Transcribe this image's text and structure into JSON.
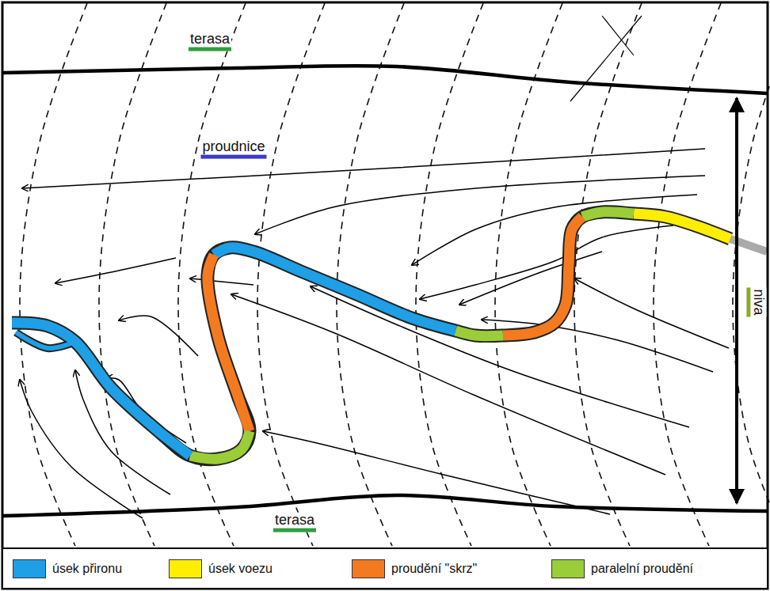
{
  "diagram": {
    "labels": [
      "terasa",
      "proudnice",
      "niva",
      "terasa"
    ],
    "legend": [
      {
        "text": "úsek přironu",
        "color": "#1e9fe6"
      },
      {
        "text": "úsek voezu",
        "color": "#ffee00"
      },
      {
        "text": "proudění \"skrz\"",
        "color": "#f47a20"
      },
      {
        "text": "paralelní proudění",
        "color": "#9acd38"
      }
    ]
  }
}
